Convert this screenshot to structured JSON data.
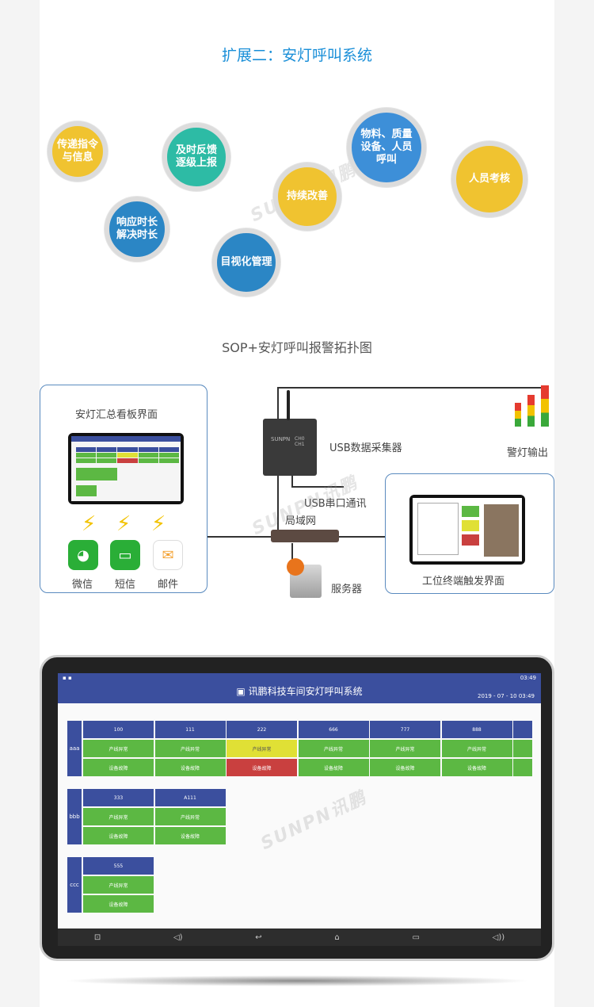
{
  "section1": {
    "title": "扩展二：安灯呼叫系统",
    "bubbles": [
      {
        "label": "传递指令\n与信息",
        "color": "#f0c330"
      },
      {
        "label": "及时反馈\n逐级上报",
        "color": "#2dbba5"
      },
      {
        "label": "物料、质量\n设备、人员\n呼叫",
        "color": "#3d8fd8"
      },
      {
        "label": "人员考核",
        "color": "#f0c330"
      },
      {
        "label": "持续改善",
        "color": "#f0c330"
      },
      {
        "label": "响应时长\n解决时长",
        "color": "#2b86c5"
      },
      {
        "label": "目视化管理",
        "color": "#2b86c5"
      }
    ],
    "caption": "SOP+安灯呼叫报警拓扑图"
  },
  "section2": {
    "board_label": "安灯汇总看板界面",
    "usb_collector": "USB数据采集器",
    "warning_light": "警灯输出",
    "usb_serial": "USB串口通讯",
    "lan": "局域网",
    "server": "服务器",
    "terminal_label": "工位终端触发界面",
    "notify": [
      {
        "label": "微信",
        "icon": "wechat-icon",
        "color": "#2aae37"
      },
      {
        "label": "短信",
        "icon": "sms-icon",
        "color": "#2aae37"
      },
      {
        "label": "邮件",
        "icon": "mail-icon",
        "color": "#f4a233"
      }
    ]
  },
  "watermark": "SUNPN讯鹏",
  "app": {
    "status_time": "03:49",
    "title": "讯鹏科技车间安灯呼叫系统",
    "datetime": "2019 - 07 - 10  03:49",
    "groups": [
      {
        "name": "aaa",
        "stations": [
          {
            "id": "100",
            "row1": "产线异常",
            "row2": "设备故障",
            "s1": "green",
            "s2": "green"
          },
          {
            "id": "111",
            "row1": "产线异常",
            "row2": "设备故障",
            "s1": "green",
            "s2": "green"
          },
          {
            "id": "222",
            "row1": "产线异常",
            "row2": "设备故障",
            "s1": "yellow",
            "s2": "red"
          },
          {
            "id": "666",
            "row1": "产线异常",
            "row2": "设备故障",
            "s1": "green",
            "s2": "green"
          },
          {
            "id": "777",
            "row1": "产线异常",
            "row2": "设备故障",
            "s1": "green",
            "s2": "green"
          },
          {
            "id": "888",
            "row1": "产线异常",
            "row2": "设备故障",
            "s1": "green",
            "s2": "green"
          },
          {
            "id": "",
            "row1": "",
            "row2": "",
            "s1": "green",
            "s2": "green"
          }
        ]
      },
      {
        "name": "bbb",
        "stations": [
          {
            "id": "333",
            "row1": "产线异常",
            "row2": "设备故障",
            "s1": "green",
            "s2": "green"
          },
          {
            "id": "A111",
            "row1": "产线异常",
            "row2": "设备故障",
            "s1": "green",
            "s2": "green"
          }
        ]
      },
      {
        "name": "ccc",
        "stations": [
          {
            "id": "555",
            "row1": "产线异常",
            "row2": "设备故障",
            "s1": "green",
            "s2": "green"
          }
        ]
      }
    ],
    "nav": [
      "screenshot-icon",
      "volume-down-icon",
      "back-icon",
      "home-icon",
      "recent-apps-icon",
      "volume-up-icon"
    ]
  }
}
